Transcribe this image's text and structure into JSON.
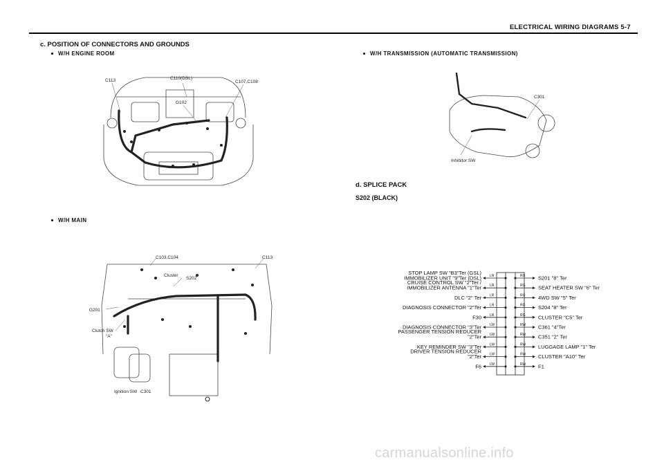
{
  "header": {
    "title": "ELECTRICAL WIRING DIAGRAMS  5-7"
  },
  "section_c": {
    "title": "c. POSITION OF CONNECTORS AND GROUNDS",
    "engine_room": {
      "title": "W/H  ENGINE  ROOM",
      "labels": [
        "C113",
        "C110(DSL)",
        "C107,C108",
        "G102"
      ]
    },
    "main": {
      "title": "W/H  MAIN",
      "labels": [
        "C103,C104",
        "C113",
        "Cluster",
        "S202",
        "G201",
        "Clutch SW",
        "\"A\"",
        "Ignition SW",
        "C301"
      ]
    },
    "transmission": {
      "title": "W/H  TRANSMISSION  (AUTOMATIC  TRANSMISSION)",
      "labels": [
        "C301",
        "Inhibitor SW"
      ]
    }
  },
  "section_d": {
    "title": "d. SPLICE PACK",
    "subtitle": "S202 (BLACK)",
    "rows": [
      {
        "left": [
          "STOP LAMP SW \"B3\"Ter (GSL)",
          "IMMOBILIZER UNIT \"9\"Ter (DSL)"
        ],
        "lc": "LR",
        "rc": "RG",
        "right": "S201 \"8\" Ter"
      },
      {
        "left": [
          "CRUISE CONTROL SW \"2\"Ter /",
          "IMMOBILIZER ANTENNA \"1\"Ter"
        ],
        "lc": "LR",
        "rc": "RG",
        "right": "SEAT HEATER SW \"6\" Ter"
      },
      {
        "left": [
          "DLC \"2\" Ter"
        ],
        "lc": "LR",
        "rc": "RG",
        "right": "4WD SW \"5\" Ter"
      },
      {
        "left": [
          "DIAGNOSIS CONNECTOR \"2\"Ter"
        ],
        "lc": "LR",
        "rc": "RG",
        "right": "S204 \"8\" Ter"
      },
      {
        "left": [
          "F30"
        ],
        "lc": "LR",
        "rc": "RG",
        "right": "CLUSTER \"C5\" Ter"
      },
      {
        "left": [
          "DIAGNOSIS CONNECTOR \"3\"Ter"
        ],
        "lc": "LW",
        "rc": "RW",
        "right": "C361 \"4\"Ter"
      },
      {
        "left": [
          "PASSENGER TENSION REDUCER",
          "\"2\"Ter"
        ],
        "lc": "LW",
        "rc": "RW",
        "right": "C351 \"2\" Ter"
      },
      {
        "left": [
          "KEY REMINDER SW \"3\"Ter"
        ],
        "lc": "LW",
        "rc": "RW",
        "right": "LUGGAGE LAMP \"1\" Ter"
      },
      {
        "left": [
          "DRIVER TENSION REDUCER",
          "\"2\"Ter"
        ],
        "lc": "LW",
        "rc": "RW",
        "right": "CLUSTER \"A10\" Ter"
      },
      {
        "left": [
          "F6"
        ],
        "lc": "LW",
        "rc": "RW",
        "right": "F1"
      }
    ]
  },
  "watermark": "carmanualsonline.info"
}
